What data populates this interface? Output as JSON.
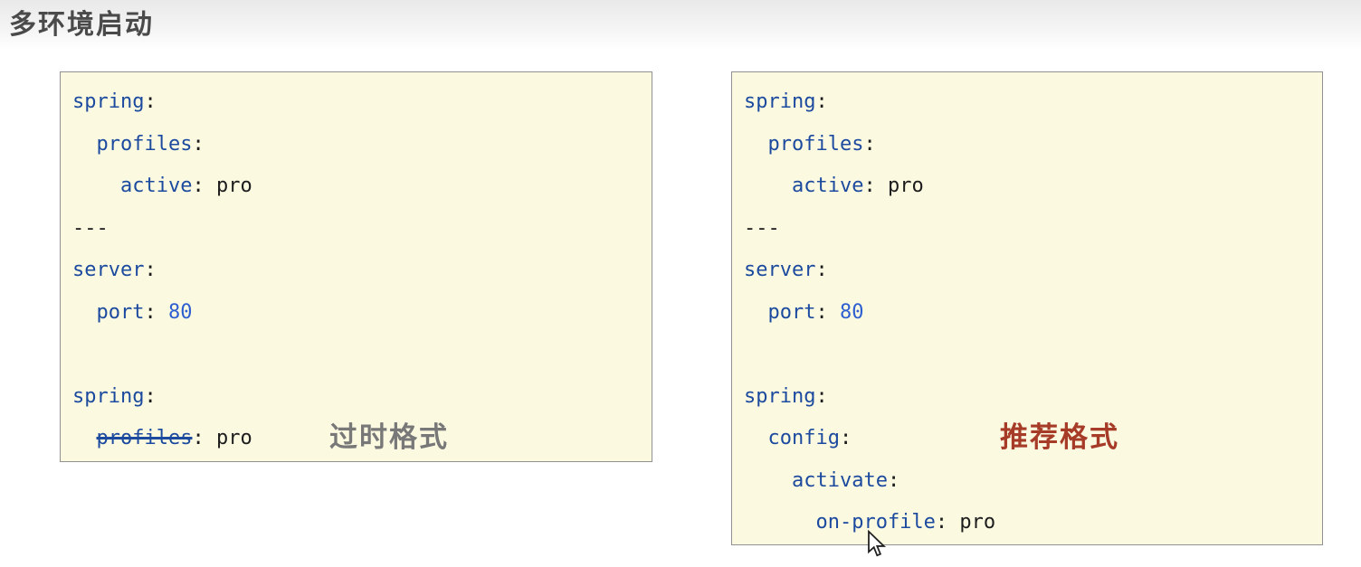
{
  "header": {
    "title": "多环境启动"
  },
  "colors": {
    "yaml_key": "#1b4a9e",
    "yaml_number": "#2d5fd0",
    "yaml_text": "#1c1c1c",
    "label_deprecated": "#787878",
    "label_recommended": "#a63b28",
    "panel_bg": "#fcf9e1",
    "panel_border": "#919191",
    "title": "#4a4a4a"
  },
  "panels": {
    "left": {
      "annotation": "过时格式",
      "lines": [
        [
          {
            "c": "key",
            "s": "spring"
          },
          {
            "c": "pt",
            "s": ":"
          }
        ],
        [
          {
            "c": "key",
            "s": "  profiles"
          },
          {
            "c": "pt",
            "s": ":"
          }
        ],
        [
          {
            "c": "key",
            "s": "    active"
          },
          {
            "c": "pt",
            "s": ":"
          },
          {
            "c": "txt",
            "s": " pro"
          }
        ],
        [
          {
            "c": "pt",
            "s": "---"
          }
        ],
        [
          {
            "c": "key",
            "s": "server"
          },
          {
            "c": "pt",
            "s": ":"
          }
        ],
        [
          {
            "c": "key",
            "s": "  port"
          },
          {
            "c": "pt",
            "s": ":"
          },
          {
            "c": "num",
            "s": " 80"
          }
        ],
        [
          {
            "c": "txt",
            "s": " "
          }
        ],
        [
          {
            "c": "key",
            "s": "spring"
          },
          {
            "c": "pt",
            "s": ":"
          }
        ],
        [
          {
            "c": "txt",
            "s": "  "
          },
          {
            "c": "strike",
            "s": "profiles"
          },
          {
            "c": "pt",
            "s": ":"
          },
          {
            "c": "txt",
            "s": " pro"
          }
        ]
      ]
    },
    "right": {
      "annotation": "推荐格式",
      "lines": [
        [
          {
            "c": "key",
            "s": "spring"
          },
          {
            "c": "pt",
            "s": ":"
          }
        ],
        [
          {
            "c": "key",
            "s": "  profiles"
          },
          {
            "c": "pt",
            "s": ":"
          }
        ],
        [
          {
            "c": "key",
            "s": "    active"
          },
          {
            "c": "pt",
            "s": ":"
          },
          {
            "c": "txt",
            "s": " pro"
          }
        ],
        [
          {
            "c": "pt",
            "s": "---"
          }
        ],
        [
          {
            "c": "key",
            "s": "server"
          },
          {
            "c": "pt",
            "s": ":"
          }
        ],
        [
          {
            "c": "key",
            "s": "  port"
          },
          {
            "c": "pt",
            "s": ":"
          },
          {
            "c": "num",
            "s": " 80"
          }
        ],
        [
          {
            "c": "txt",
            "s": " "
          }
        ],
        [
          {
            "c": "key",
            "s": "spring"
          },
          {
            "c": "pt",
            "s": ":"
          }
        ],
        [
          {
            "c": "key",
            "s": "  config"
          },
          {
            "c": "pt",
            "s": ":"
          }
        ],
        [
          {
            "c": "key",
            "s": "    activate"
          },
          {
            "c": "pt",
            "s": ":"
          }
        ],
        [
          {
            "c": "key",
            "s": "      on-profile"
          },
          {
            "c": "pt",
            "s": ":"
          },
          {
            "c": "txt",
            "s": " pro"
          }
        ]
      ]
    }
  },
  "cursor": {
    "icon": "arrow-cursor"
  }
}
